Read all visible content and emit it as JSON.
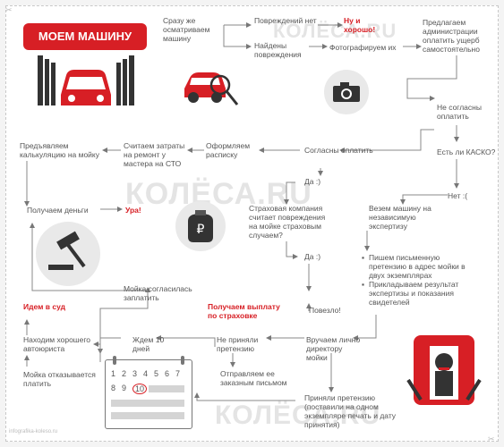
{
  "banner": {
    "title": "МОЕМ МАШИНУ"
  },
  "watermark": {
    "brand": "КОЛЁСА.RU"
  },
  "steps": {
    "not_inspected": "Сразу же\nосматриваем\nмашину",
    "no_damage": "Повреждений нет",
    "ok": "Ну и\nхорошо!",
    "damage_found": "Найдены\nповреждения",
    "photograph": "Фотографируем их",
    "offer_admin": "Предлагаем\nадминистрации\nоплатить ущерб\nсамостоятельно",
    "not_agree": "Не согласны\nоплатить",
    "agree": "Согласны оплатить",
    "kasko": "Есть ли КАСКО?",
    "receipt": "Оформляем\nрасписку",
    "count_costs": "Считаем затраты\nна ремонт у\nмастера на СТО",
    "calculation": "Предъявляем\nкалькуляцию на мойку",
    "get_money": "Получаем деньги",
    "hooray": "Ура!",
    "yes1": "Да :)",
    "no1": "Нет :(",
    "insurer": "Страховая компания\nсчитает повреждения\nна мойке страховым\nслучаем?",
    "independent": "Везем машину на\nнезависимую\nэкспертизу",
    "bullets": [
      "Пишем письменную\nпретензию в адрес мойки в\nдвух экземплярах",
      "Прикладываем результат\nэкспертизы и показания\nсвидетелей"
    ],
    "yes2": "Да :)",
    "lucky": "Повезло!",
    "wash_agreed": "Мойка согласилась\nзаплатить",
    "insurance_payout": "Получаем выплату\nпо страховке",
    "to_court": "Идем в суд",
    "find_lawyer": "Находим хорошего\nавтоюриста",
    "wash_refuses": "Мойка отказывается\nплатить",
    "wait10": "Ждем 10\nдней",
    "not_accepted": "Не приняли\nпретензию",
    "send_mail": "Отправляем ее\nзаказным письмом",
    "hand_over": "Вручаем лично\nдиректору\nмойки",
    "accepted": "Приняли претензию\n(поставили на одном\nэкземпляре печать и дату\nпринятия)"
  },
  "calendar": {
    "row1": [
      "1",
      "2",
      "3",
      "4",
      "5",
      "6",
      "7"
    ],
    "row2": [
      "8",
      "9",
      "10"
    ],
    "highlight": "10"
  },
  "footer": "infografika-koleso.ru",
  "colors": {
    "accent": "#d71f25",
    "text": "#555555",
    "line": "#777777",
    "circle": "#e9e9e9"
  }
}
